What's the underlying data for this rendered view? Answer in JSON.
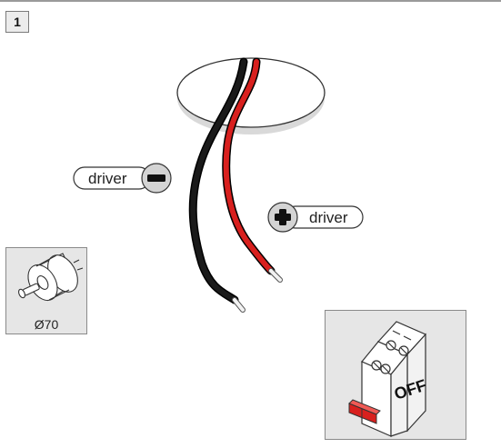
{
  "step": {
    "number": "1"
  },
  "wires": {
    "negative": {
      "label": "driver",
      "symbol": "−",
      "color": "#1a1a1a"
    },
    "positive": {
      "label": "driver",
      "symbol": "+",
      "color": "#d8201e"
    }
  },
  "controller": {
    "icon": "rotary-dimmer-icon",
    "size_label": "Ø70"
  },
  "breaker": {
    "icon": "circuit-breaker-icon",
    "state_label": "OFF",
    "accent_color": "#d8201e"
  }
}
